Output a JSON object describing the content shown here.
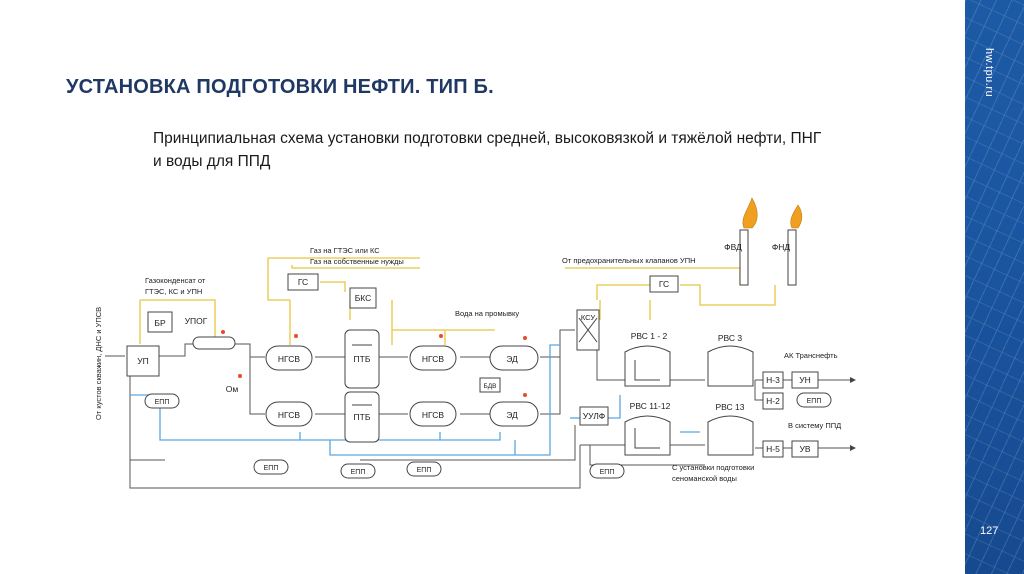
{
  "slide": {
    "title": "УСТАНОВКА ПОДГОТОВКИ НЕФТИ. ТИП Б.",
    "subtitle": "Принципиальная схема установки подготовки средней, высоковязкой и тяжёлой нефти, ПНГ и воды для ППД",
    "site": "hw.tpu.ru",
    "page_number": "127"
  },
  "diagram": {
    "inlet_label": "От кустов скважин, ДНС и УПСВ",
    "gas_condensate": "Газоконденсат от ГТЭС, КС и УПН",
    "gas_gtes": "Газ на ГТЭС или КС",
    "gas_own": "Газ на собственные нужды",
    "from_safety_valves": "От предохранительных клапанов УПН",
    "water_wash": "Вода на промывку",
    "ak_transneft": "АК Транснефть",
    "to_ppd": "В систему ППД",
    "from_cenoman_1": "С установки подготовки",
    "from_cenoman_2": "сеноманской воды",
    "units": {
      "br": "БР",
      "up": "УП",
      "upog": "УПОГ",
      "om": "Ом",
      "gs1": "ГС",
      "gs2": "ГС",
      "bks": "БКС",
      "ngsv1": "НГСВ",
      "ngsv2": "НГСВ",
      "ngsv3": "НГСВ",
      "ngsv4": "НГСВ",
      "ptb1": "ПТБ",
      "ptb2": "ПТБ",
      "ed1": "ЭД",
      "ed2": "ЭД",
      "bdv": "БДВ",
      "ksu": "КСУ",
      "ulf": "УУЛФ",
      "rvs12": "РВС 1 - 2",
      "rvs3": "РВС 3",
      "rvs1112": "РВС 11-12",
      "rvs13": "РВС 13",
      "n3": "Н-3",
      "n2": "Н-2",
      "n5": "Н-5",
      "un": "УН",
      "uv": "УВ",
      "fvd": "ФВД",
      "fnd": "ФНД",
      "epp": "ЕПП"
    }
  },
  "colors": {
    "title": "#1f3864",
    "sidebar": "#1d5aa6",
    "oil": "#555555",
    "gas": "#e8c640",
    "water": "#5aa7e0",
    "flame": "#f0a020"
  }
}
